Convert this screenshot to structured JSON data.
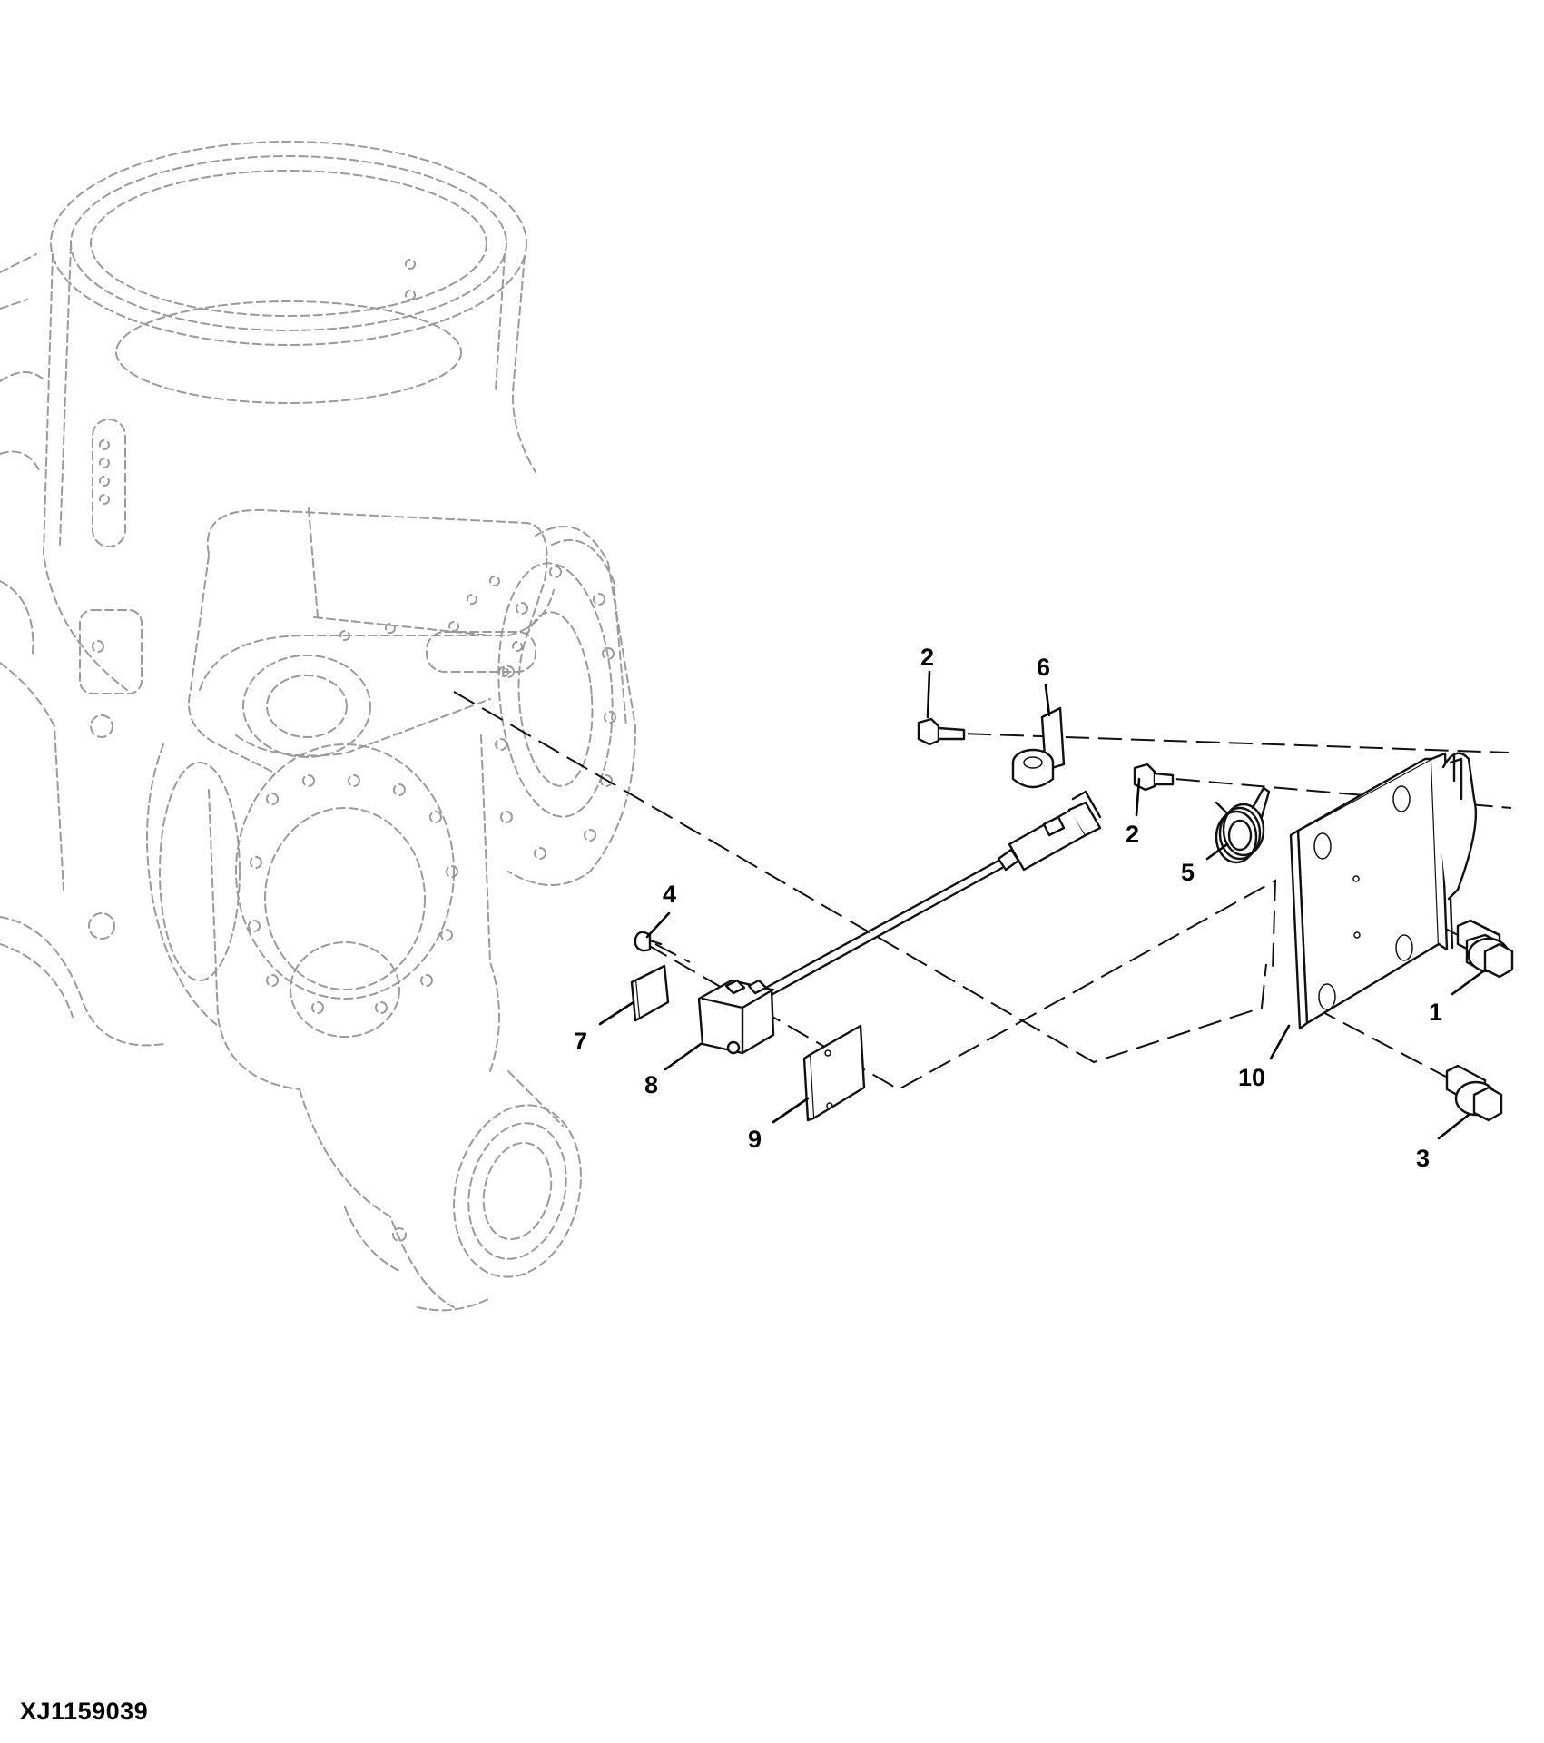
{
  "figure_id": "XJ1159039",
  "callouts": [
    "1",
    "2",
    "2",
    "3",
    "4",
    "5",
    "6",
    "7",
    "8",
    "9",
    "10"
  ],
  "parts": [
    {
      "ref": "1",
      "icon": "flange-bolt-icon"
    },
    {
      "ref": "2",
      "icon": "cap-screw-icon"
    },
    {
      "ref": "3",
      "icon": "flange-bolt-icon"
    },
    {
      "ref": "4",
      "icon": "screw-icon"
    },
    {
      "ref": "5",
      "icon": "torsion-spring-icon"
    },
    {
      "ref": "6",
      "icon": "bushing-clip-icon"
    },
    {
      "ref": "7",
      "icon": "shim-plate-icon"
    },
    {
      "ref": "8",
      "icon": "sensor-switch-icon"
    },
    {
      "ref": "9",
      "icon": "cover-plate-icon"
    },
    {
      "ref": "10",
      "icon": "mounting-bracket-icon"
    }
  ]
}
